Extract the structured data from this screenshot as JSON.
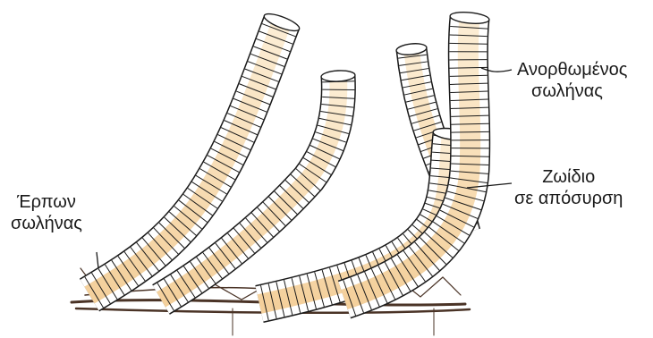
{
  "labels": {
    "upright_tube": {
      "line1": "Ανορθωμένος",
      "line2": "σωλήνας"
    },
    "retracted_zooid": {
      "line1": "Ζωίδιο",
      "line2": "σε απόσυρση"
    },
    "creeping_tube": {
      "line1": "Έρπων",
      "line2": "σωλήνας"
    }
  },
  "colors": {
    "outline": "#1a1a1a",
    "tube_fill": "#ffffff",
    "zooid_fill": "#f3c98a",
    "zooid_fill_light": "#fbe8c8",
    "stolon": "#4a3326"
  }
}
